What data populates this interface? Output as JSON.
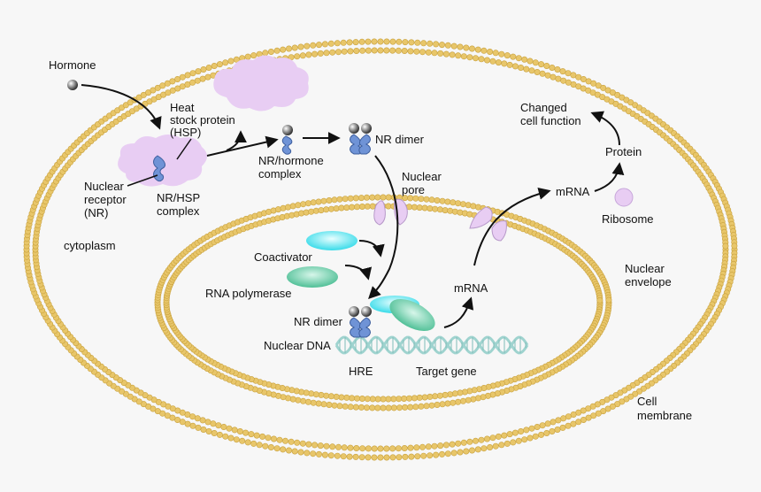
{
  "labels": {
    "hormone": "Hormone",
    "heat_shock_1": "Heat",
    "heat_shock_2": "stock protein",
    "heat_shock_3": "(HSP)",
    "nuclear_receptor_1": "Nuclear",
    "nuclear_receptor_2": "receptor",
    "nuclear_receptor_3": "(NR)",
    "nr_hsp_1": "NR/HSP",
    "nr_hsp_2": "complex",
    "nr_hormone_1": "NR/hormone",
    "nr_hormone_2": "complex",
    "nr_dimer_top": "NR dimer",
    "nuclear_pore_1": "Nuclear",
    "nuclear_pore_2": "pore",
    "cytoplasm": "cytoplasm",
    "coactivator": "Coactivator",
    "rna_polymerase": "RNA polymerase",
    "nr_dimer_dna": "NR dimer",
    "nuclear_dna": "Nuclear DNA",
    "hre": "HRE",
    "target_gene": "Target gene",
    "mrna_nucleus": "mRNA",
    "mrna_cyto": "mRNA",
    "ribosome": "Ribosome",
    "protein": "Protein",
    "changed_1": "Changed",
    "changed_2": "cell function",
    "nuclear_envelope_1": "Nuclear",
    "nuclear_envelope_2": "envelope",
    "cell_membrane_1": "Cell",
    "cell_membrane_2": "membrane"
  },
  "colors": {
    "membrane": "#e8c66a",
    "membrane_dark": "#c9a23e",
    "hsp": "#e8cdf3",
    "receptor": "#6f93d6",
    "coactivator": "#4fe3ef",
    "rna_polymerase": "#5ec9a4",
    "dna": "#9fd3cf",
    "arrow": "#111111"
  }
}
